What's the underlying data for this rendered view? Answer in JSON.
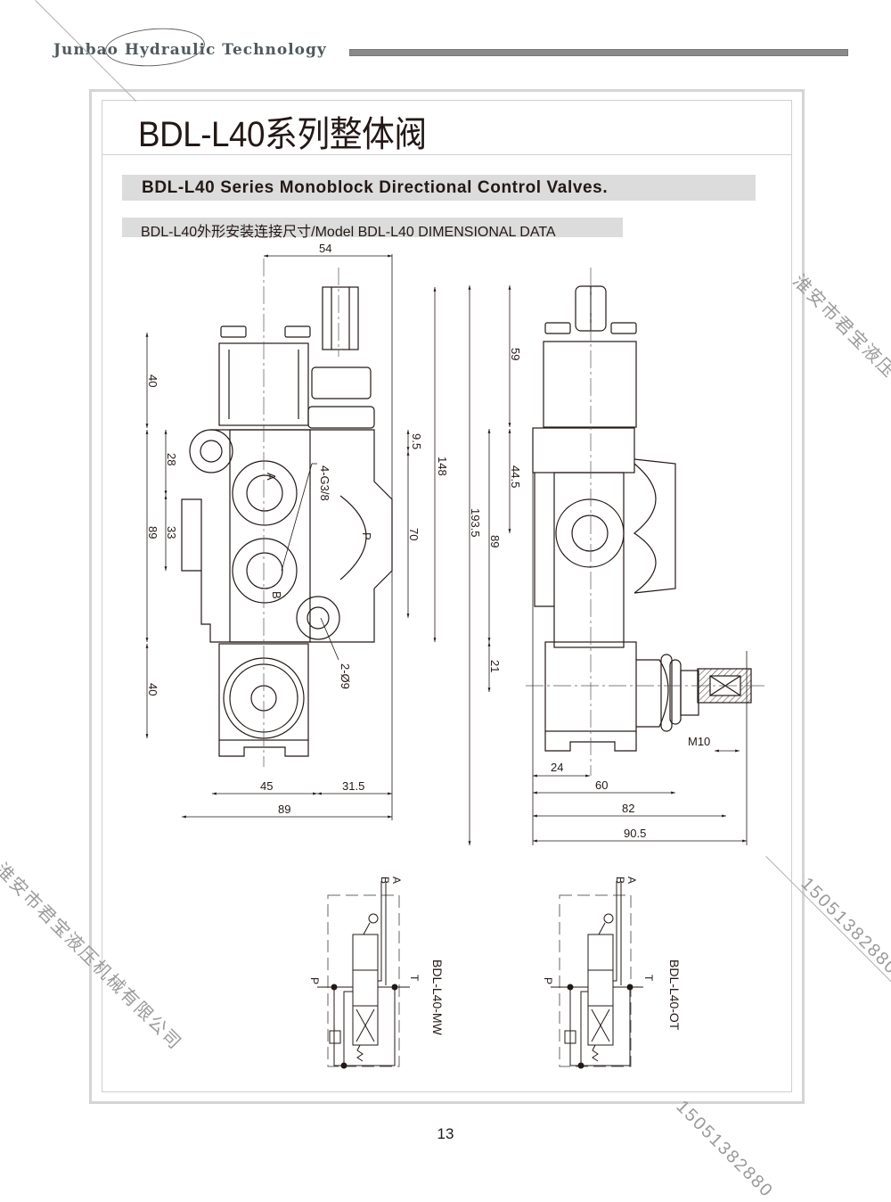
{
  "header": {
    "brand": "Junbao Hydraulic Technology",
    "accent_color": "#8a8a8a"
  },
  "page": {
    "title": "BDL-L40系列整体阀",
    "subtitle": "BDL-L40 Series Monoblock Directional Control Valves.",
    "section_heading": "BDL-L40外形安装连接尺寸/Model BDL-L40 DIMENSIONAL DATA",
    "page_number": "13"
  },
  "front_view": {
    "dims": {
      "top_width": "54",
      "upper_height": "40",
      "offset_top": "9.5",
      "total_height": "148",
      "a_spacing": "28",
      "ab_spacing": "33",
      "body_height": "89",
      "port_span": "70",
      "lower_height": "40",
      "width_left": "45",
      "width_right": "31.5",
      "overall_width": "89"
    },
    "labels": {
      "port_a": "A",
      "port_b": "B",
      "port_p": "P",
      "thread": "4-G3/8",
      "holes": "2-Ø9"
    }
  },
  "side_view": {
    "dims": {
      "top_height": "59",
      "mid_height": "44.5",
      "total_height": "193.5",
      "body_height": "89",
      "lower_offset": "21",
      "d24": "24",
      "d60": "60",
      "d82": "82",
      "d90_5": "90.5",
      "thread": "M10"
    }
  },
  "schematics": [
    {
      "model": "BDL-L40-MW",
      "port_a": "A",
      "port_b": "B",
      "port_p": "P",
      "port_t": "T"
    },
    {
      "model": "BDL-L40-OT",
      "port_a": "A",
      "port_b": "B",
      "port_p": "P",
      "port_t": "T"
    }
  ],
  "watermarks": {
    "company": "淮安市君宝液压机械有限公司",
    "phone": "15051382880"
  }
}
